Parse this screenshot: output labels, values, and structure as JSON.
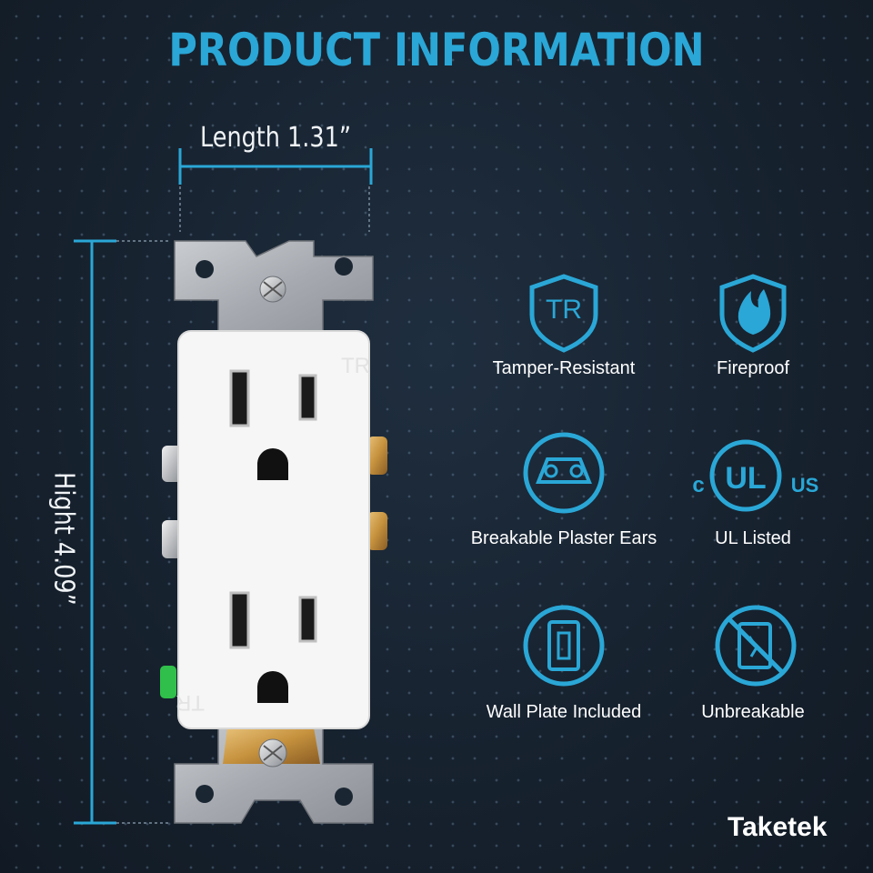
{
  "title": "PRODUCT INFORMATION",
  "dimensions": {
    "length": "Length  1.31”",
    "height": "Hight  4.09”"
  },
  "features": [
    {
      "label": "Tamper-Resistant",
      "icon": "tr-shield-icon"
    },
    {
      "label": "Fireproof",
      "icon": "flame-shield-icon"
    },
    {
      "label": "Breakable Plaster Ears",
      "icon": "plaster-ears-icon"
    },
    {
      "label": "UL Listed",
      "icon": "ul-listed-icon"
    },
    {
      "label": "Wall Plate Included",
      "icon": "wall-plate-icon"
    },
    {
      "label": "Unbreakable",
      "icon": "unbreakable-icon"
    }
  ],
  "ul_icon": {
    "left": "c",
    "center": "UL",
    "right": "US"
  },
  "tr_mark": "TR",
  "brand": "Taketek",
  "colors": {
    "accent": "#2aa7d6",
    "background": "#17222f",
    "text": "#ffffff"
  }
}
